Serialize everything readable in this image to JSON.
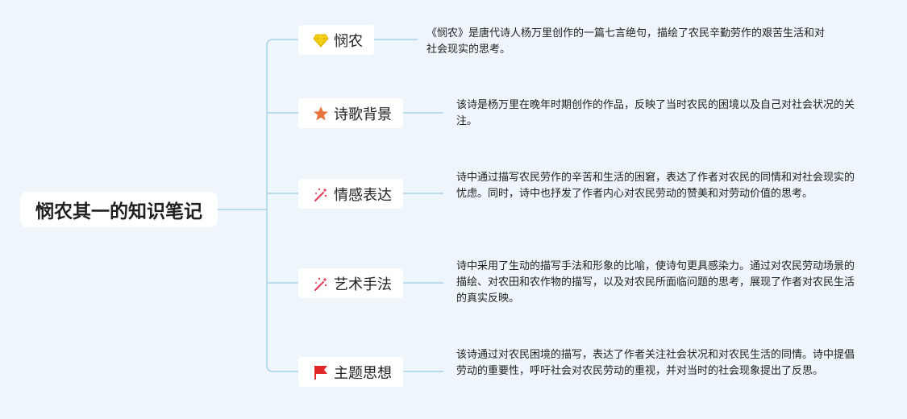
{
  "root": {
    "title": "悯农其一的知识笔记"
  },
  "branches": [
    {
      "icon": "diamond-icon",
      "label": "悯农",
      "text": "《悯农》是唐代诗人杨万里创作的一篇七言绝句，描绘了农民辛勤劳作的艰苦生活和对社会现实的思考。"
    },
    {
      "icon": "star-icon",
      "label": "诗歌背景",
      "text": "该诗是杨万里在晚年时期创作的作品，反映了当时农民的困境以及自己对社会状况的关注。"
    },
    {
      "icon": "magic-wand-icon",
      "label": "情感表达",
      "text": "诗中通过描写农民劳作的辛苦和生活的困窘，表达了作者对农民的同情和对社会现实的忧虑。同时，诗中也抒发了作者内心对农民劳动的赞美和对劳动价值的思考。"
    },
    {
      "icon": "magic-wand-icon",
      "label": "艺术手法",
      "text": "诗中采用了生动的描写手法和形象的比喻，使诗句更具感染力。通过对农民劳动场景的描绘、对农田和农作物的描写，以及对农民所面临问题的思考，展现了作者对农民生活的真实反映。"
    },
    {
      "icon": "flag-icon",
      "label": "主题思想",
      "text": "该诗通过对农民困境的描写，表达了作者关注社会状况和对农民生活的同情。诗中提倡劳动的重要性，呼吁社会对农民劳动的重视，并对当时的社会现象提出了反思。"
    }
  ],
  "colors": {
    "background": "#eef5fb",
    "connector": "#a9d2ea",
    "diamond": "#f5d31c",
    "star": "#e8733a",
    "wand": "#e2435a",
    "flag": "#e02828"
  }
}
